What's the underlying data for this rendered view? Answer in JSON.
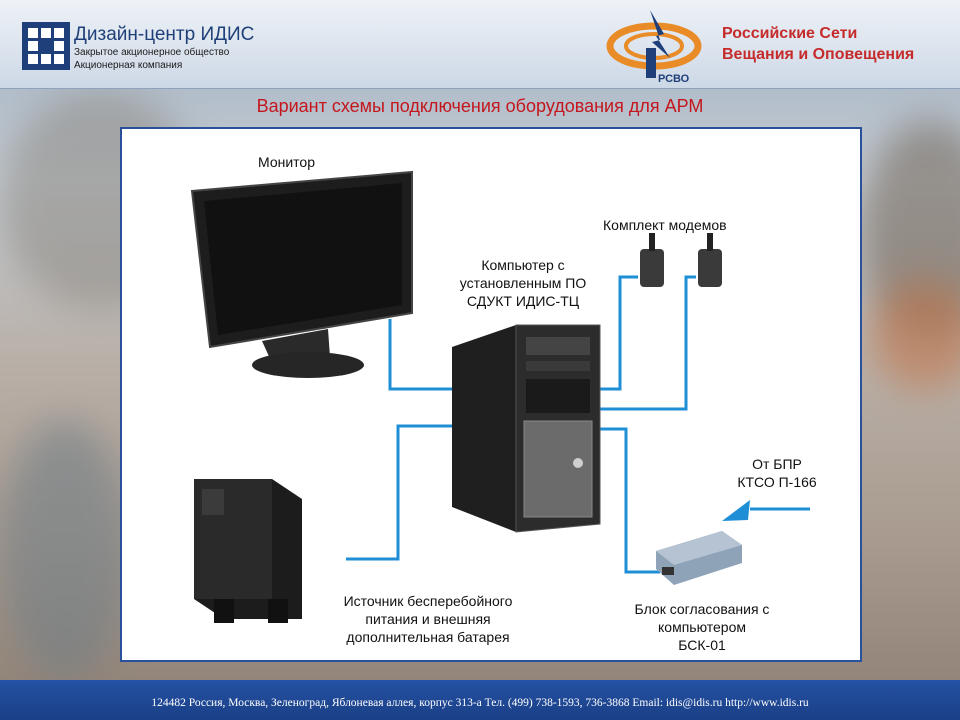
{
  "header": {
    "org_name": "Дизайн-центр ИДИС",
    "org_sub1": "Закрытое акционерное общество",
    "org_sub2": "Акционерная компания",
    "rsvo_mark": "РСВО",
    "rsvo_line1": "Российские Сети",
    "rsvo_line2": "Вещания и Оповещения"
  },
  "title": "Вариант схемы подключения оборудования для АРМ",
  "diagram": {
    "monitor_label": "Монитор",
    "modems_label": "Комплект модемов",
    "computer_label_1": "Компьютер с",
    "computer_label_2": "установленным ПО",
    "computer_label_3": "СДУКТ ИДИС-ТЦ",
    "source_label_1": "От БПР",
    "source_label_2": "КТСО П-166",
    "ups_label_1": "Источник бесперебойного",
    "ups_label_2": "питания и внешняя",
    "ups_label_3": "дополнительная батарея",
    "bsk_label_1": "Блок согласования с",
    "bsk_label_2": "компьютером",
    "bsk_label_3": "БСК-01",
    "line_color": "#1e8fd6"
  },
  "footer": {
    "text": "124482 Россия, Москва, Зеленоград, Яблоневая аллея, корпус 313-а       Тел. (499) 738-1593, 736-3868   Email: idis@idis.ru     http://www.idis.ru"
  }
}
